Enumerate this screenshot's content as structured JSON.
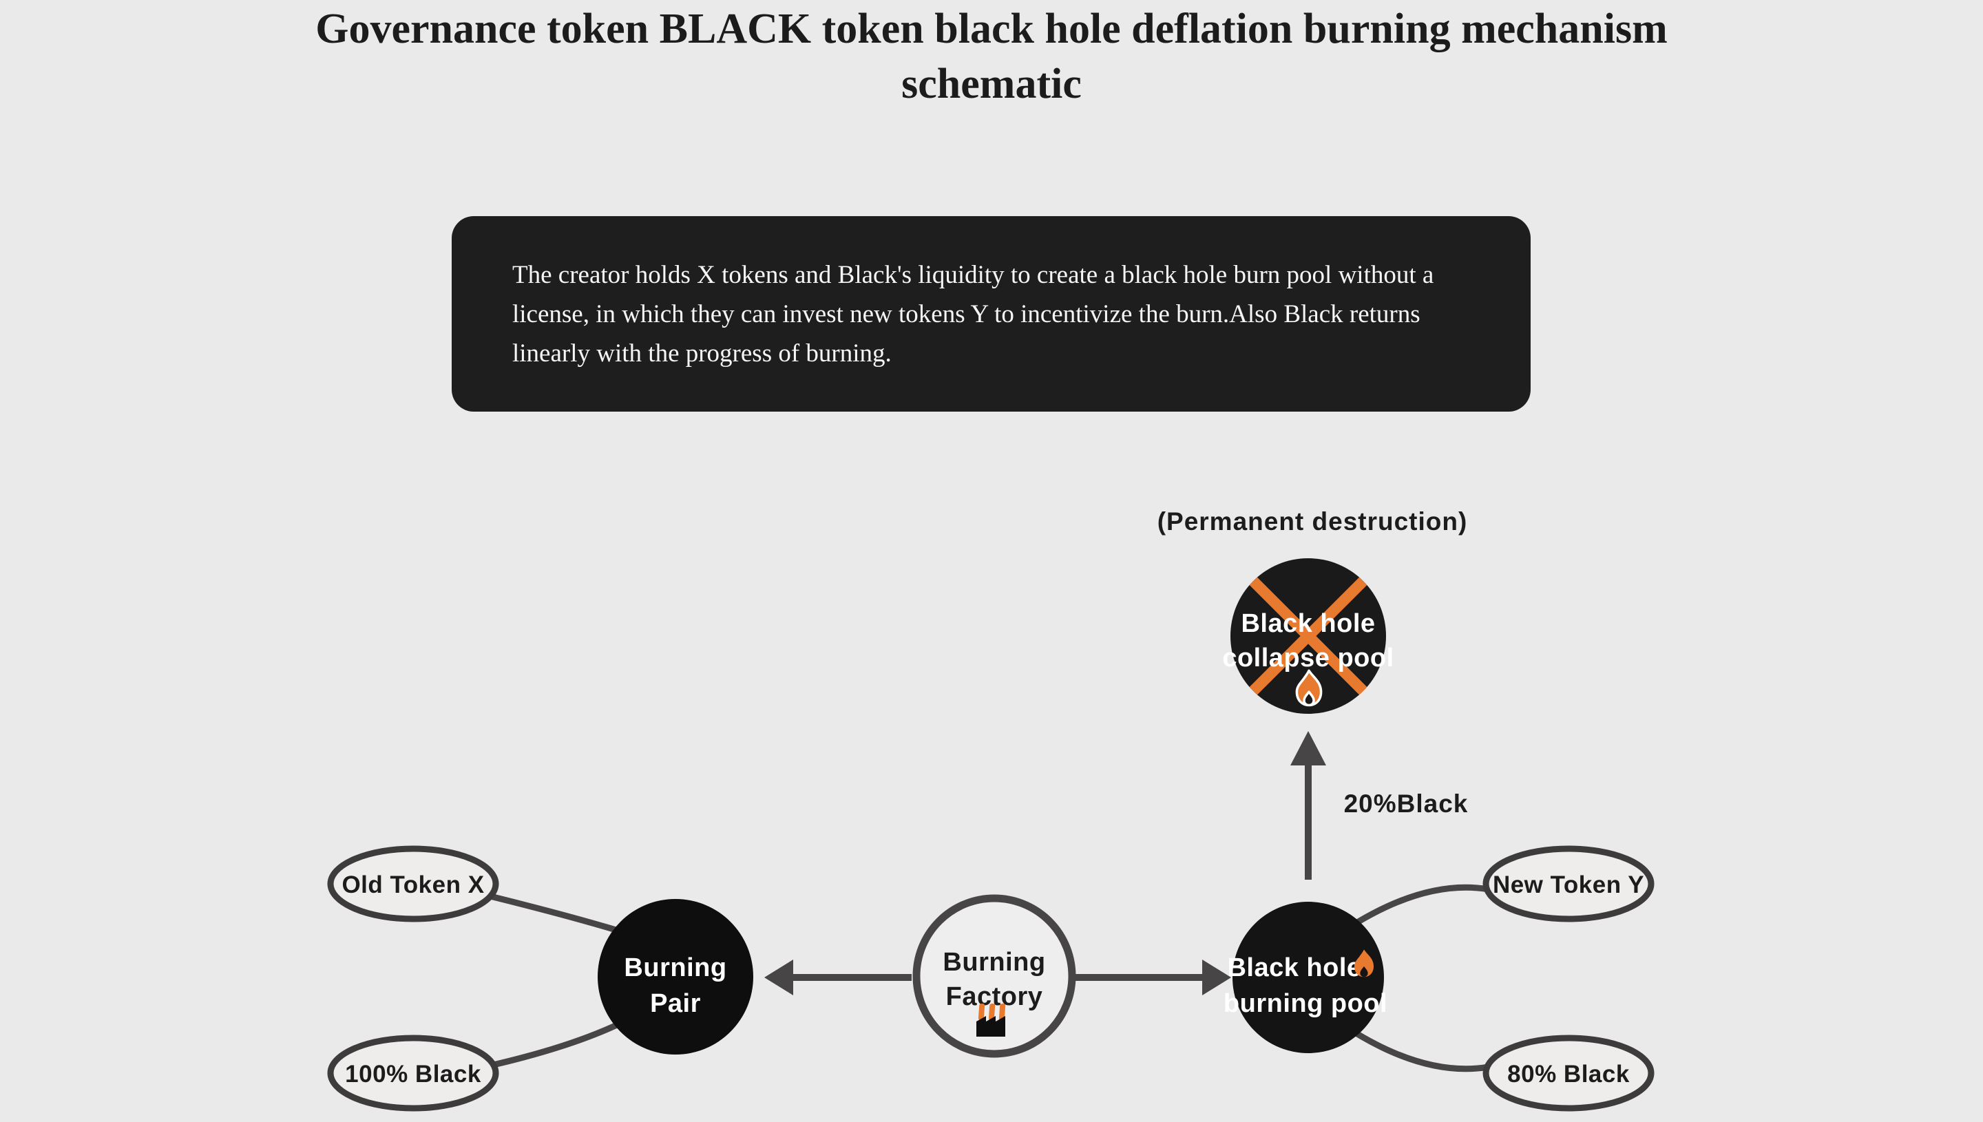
{
  "title": {
    "line1": "Governance token BLACK token black hole deflation burning mechanism",
    "line2": "schematic"
  },
  "description_box": {
    "text": "The creator holds X tokens and Black's liquidity to create a black hole burn pool without a license, in which they can invest new tokens Y to incentivize the burn.Also Black returns linearly with the progress of burning."
  },
  "diagram": {
    "collapse_pool": {
      "caption": "(Permanent destruction)",
      "label_line1": "Black hole",
      "label_line2": "collapse pool"
    },
    "burn_flow_label": "20%Black",
    "burning_pool": {
      "label_line1": "Black hole",
      "label_line2": "burning pool"
    },
    "factory": {
      "label_line1": "Burning",
      "label_line2": "Factory"
    },
    "burning_pair": {
      "label_line1": "Burning",
      "label_line2": "Pair"
    },
    "satellites": {
      "old_token": "Old Token X",
      "black_100": "100% Black",
      "new_token": "New Token Y",
      "black_80": "80% Black"
    }
  },
  "colors": {
    "background": "#ebeaea",
    "panel": "#1f1e1e",
    "node_black": "#0f0e0e",
    "stroke_gray": "#474545",
    "ellipse_stroke": "#3d3b3b",
    "accent_orange": "#e87a2f",
    "text_dark": "#1d1c1c",
    "text_light": "#ffffff"
  }
}
